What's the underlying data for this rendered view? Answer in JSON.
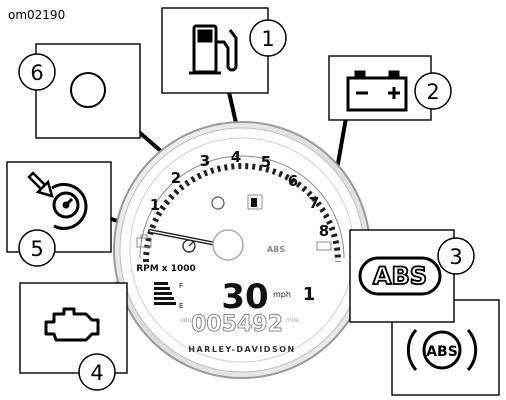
{
  "figure_id": "om02190",
  "tachometer": {
    "scale_numbers": [
      "1",
      "2",
      "3",
      "4",
      "5",
      "6",
      "7",
      "8"
    ],
    "rpm_label": "RPM x 1000",
    "fuel_full": "F",
    "fuel_empty": "E",
    "speed_reading": "30",
    "speed_unit": "mph",
    "gear_reading": "1",
    "odometer_reading": "005492",
    "odometer_prefix": "odo",
    "odometer_suffix": "mile",
    "brand": "HARLEY-DAVIDSON",
    "abs_mini": "ABS"
  },
  "callouts": [
    {
      "number": "1",
      "indicator": "fuel-pump"
    },
    {
      "number": "2",
      "indicator": "battery"
    },
    {
      "number": "3",
      "indicator": "abs-text",
      "text": "ABS"
    },
    {
      "number": "4",
      "indicator": "check-engine"
    },
    {
      "number": "5",
      "indicator": "security-speedometer"
    },
    {
      "number": "6",
      "indicator": "blank-circle"
    }
  ],
  "abs_alt_icon_text": "ABS"
}
